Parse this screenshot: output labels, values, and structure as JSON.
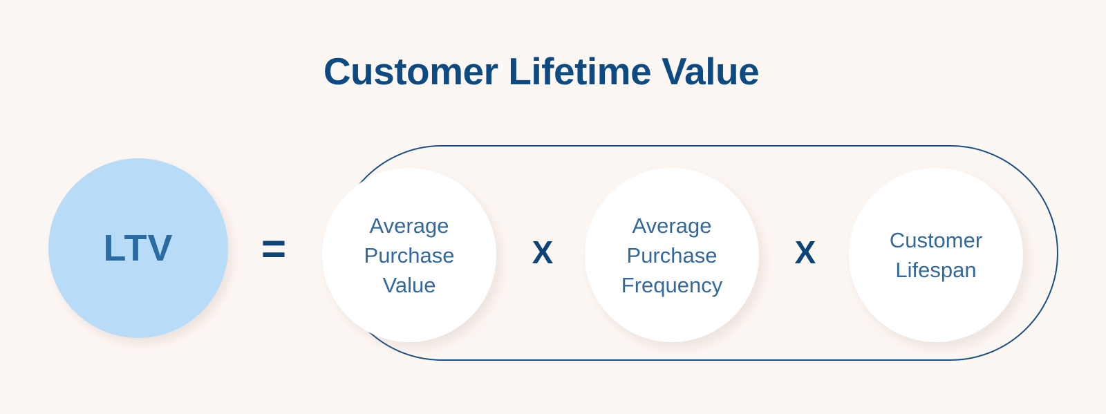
{
  "background_color": "#fdf7f3",
  "title": {
    "text": "Customer Lifetime Value",
    "color": "#0e4a82"
  },
  "formula": {
    "result": {
      "label": "LTV",
      "circle_color": "#b8dcf8",
      "text_color": "#2a6ba3"
    },
    "equals_symbol": "=",
    "multiply_symbol_1": "X",
    "multiply_symbol_2": "X",
    "operator_color": "#0d4377",
    "factors": [
      {
        "label": "Average\nPurchase\nValue",
        "circle_color": "#ffffff",
        "text_color": "#33689a"
      },
      {
        "label": "Average\nPurchase\nFrequency",
        "circle_color": "#ffffff",
        "text_color": "#33689a"
      },
      {
        "label": "Customer\nLifespan",
        "circle_color": "#ffffff",
        "text_color": "#33689a"
      }
    ],
    "grouping_outline_color": "#1a4f86"
  }
}
